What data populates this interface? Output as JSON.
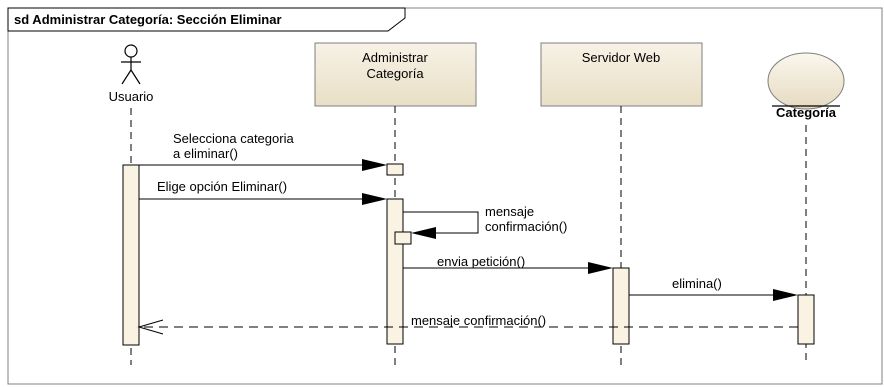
{
  "frame": {
    "title": "sd Administrar Categoría: Sección Eliminar"
  },
  "lifelines": {
    "actor": {
      "name": "Usuario"
    },
    "admin": {
      "line1": "Administrar",
      "line2": "Categoría"
    },
    "server": {
      "name": "Servidor Web"
    },
    "entity": {
      "name": "Categoría"
    }
  },
  "messages": {
    "m1": {
      "line1": "Selecciona categoria",
      "line2": "a eliminar()"
    },
    "m2": {
      "label": "Elige opción Eliminar()"
    },
    "m3": {
      "line1": "mensaje",
      "line2": "confirmación()"
    },
    "m4": {
      "label": "envia petición()"
    },
    "m5": {
      "label": "elimina()"
    },
    "m6": {
      "label": "mensaje confirmación()"
    }
  },
  "colors": {
    "box_fill": "#F2EBD9",
    "activation_fill": "#FAF3E4",
    "stroke": "#000000",
    "frame_border": "#808080"
  }
}
